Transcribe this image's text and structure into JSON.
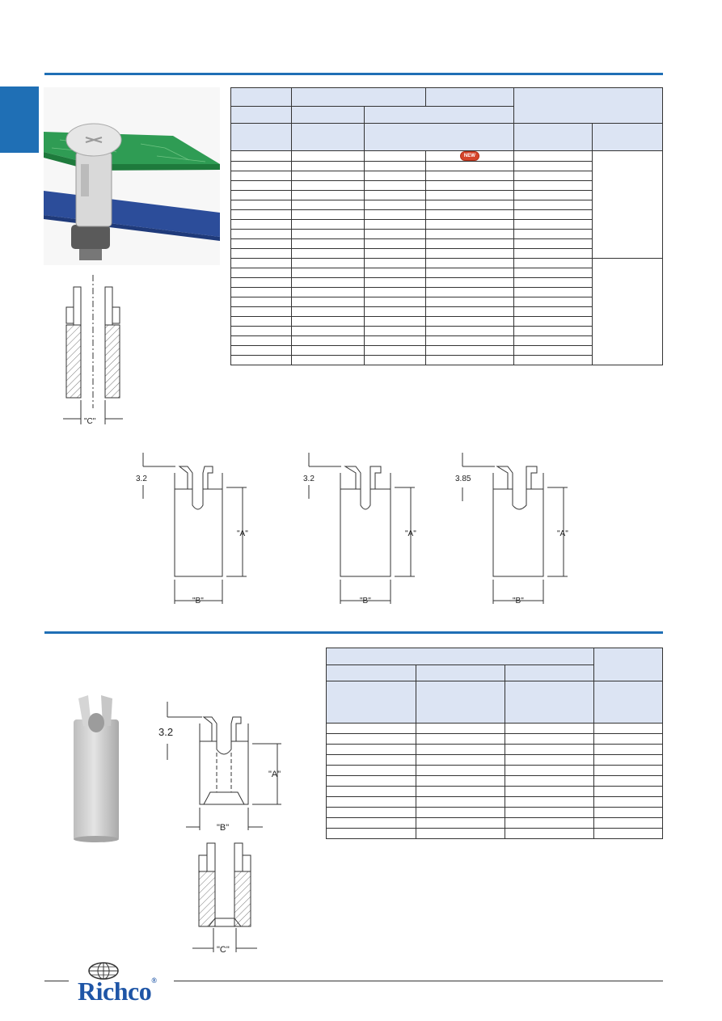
{
  "section_tab_color": "#1f6fb5",
  "header_fill": "#dce4f3",
  "top_table": {
    "new_badge": "NEW",
    "row_count": 22
  },
  "drawings": {
    "c_label": "\"C\"",
    "variant1": {
      "height_label": "3.2",
      "a_label": "\"A\"",
      "b_label": "\"B\""
    },
    "variant2": {
      "height_label": "3.2",
      "a_label": "\"A\"",
      "b_label": "\"B\""
    },
    "variant3": {
      "height_label": "3.85",
      "a_label": "\"A\"",
      "b_label": "\"B\""
    },
    "lower": {
      "height_label": "3.2",
      "a_label": "\"A\"",
      "b_label": "\"B\"",
      "c_label": "\"C\""
    }
  },
  "bottom_table": {
    "row_count": 11
  },
  "brand": {
    "name": "Richco",
    "registered": "®",
    "color": "#1e55a6"
  }
}
